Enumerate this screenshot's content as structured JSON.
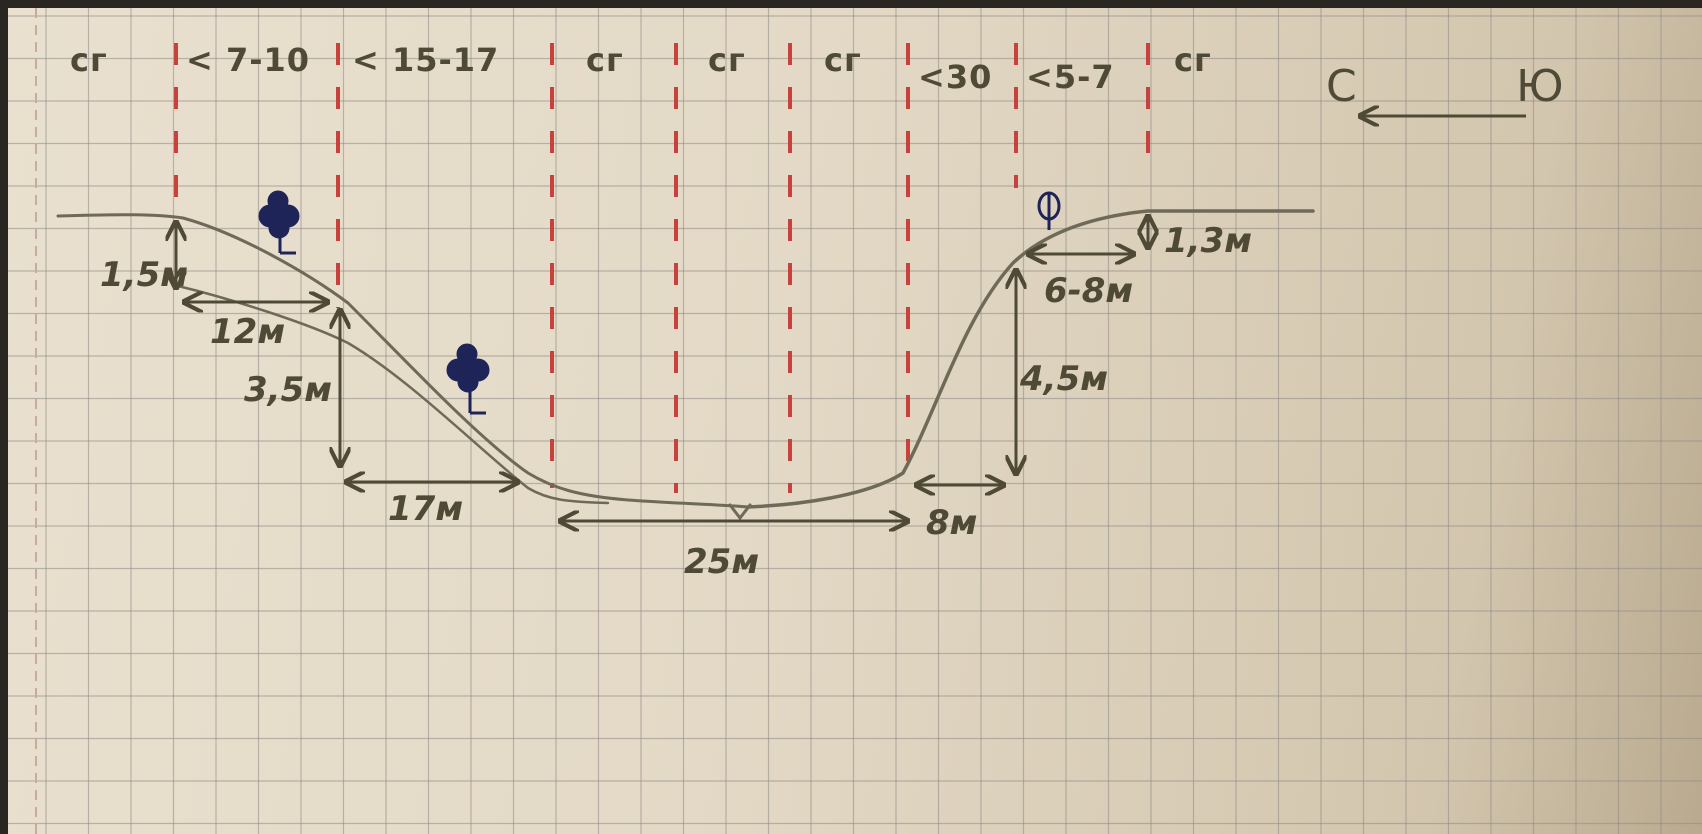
{
  "zone_labels": {
    "z1": "сг",
    "z2": "< 7-10",
    "z3": "< 15-17",
    "z4": "сг",
    "z5": "сг",
    "z6": "сг",
    "z7": "<30",
    "z8": "<5-7",
    "z9": "сг"
  },
  "direction": {
    "north": "С",
    "south": "Ю"
  },
  "measurements": {
    "left_step_height": "1,5м",
    "left_top_width": "12м",
    "left_slope_height": "3,5м",
    "left_slope_width": "17м",
    "bottom_width": "25м",
    "right_foot_width": "8м",
    "right_slope_height": "4,5м",
    "right_top_width": "6-8м",
    "right_step_height": "1,3м"
  },
  "colors": {
    "paper": "#e6dccb",
    "grid": "#8f8a86",
    "pencil": "#6f6a57",
    "divider": "#c7423c",
    "arrow": "#4e4a35",
    "tree": "#1f2458"
  },
  "icons": {
    "trees": "tree-icon"
  }
}
